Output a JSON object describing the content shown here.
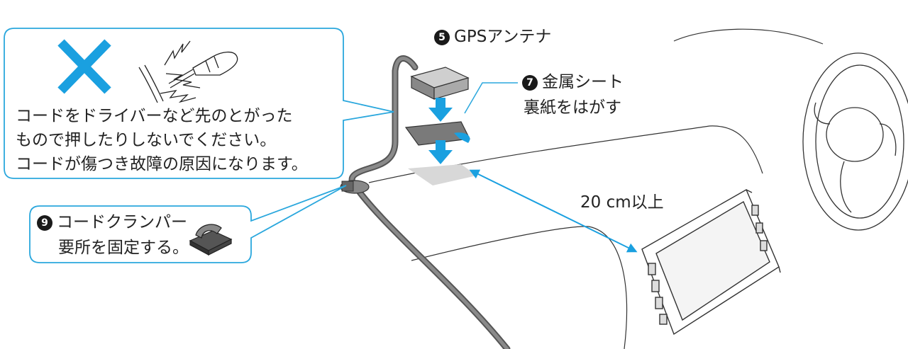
{
  "warning": {
    "lines": [
      "コードをドライバーなど先のとがった",
      "もので押したりしないでください。",
      "コードが傷つき故障の原因になります。"
    ]
  },
  "clamper": {
    "number": "9",
    "label": "コードクランパー",
    "note": "要所を固定する。"
  },
  "antenna": {
    "number": "5",
    "label": "GPSアンテナ"
  },
  "metal_sheet": {
    "number": "7",
    "label": "金属シート",
    "note": "裏紙をはがす"
  },
  "distance": {
    "label": "20 cm以上"
  },
  "colors": {
    "callout": "#2aa7dd",
    "cross": "#1aa0e0",
    "arrow": "#1aa0e0",
    "cable": "#666666",
    "sheet": "#777777",
    "footprint": "#d8d8d8"
  },
  "icons": [
    "cross-mark-icon",
    "screwdriver-icon",
    "cable-clamper-icon",
    "gps-antenna-icon"
  ]
}
